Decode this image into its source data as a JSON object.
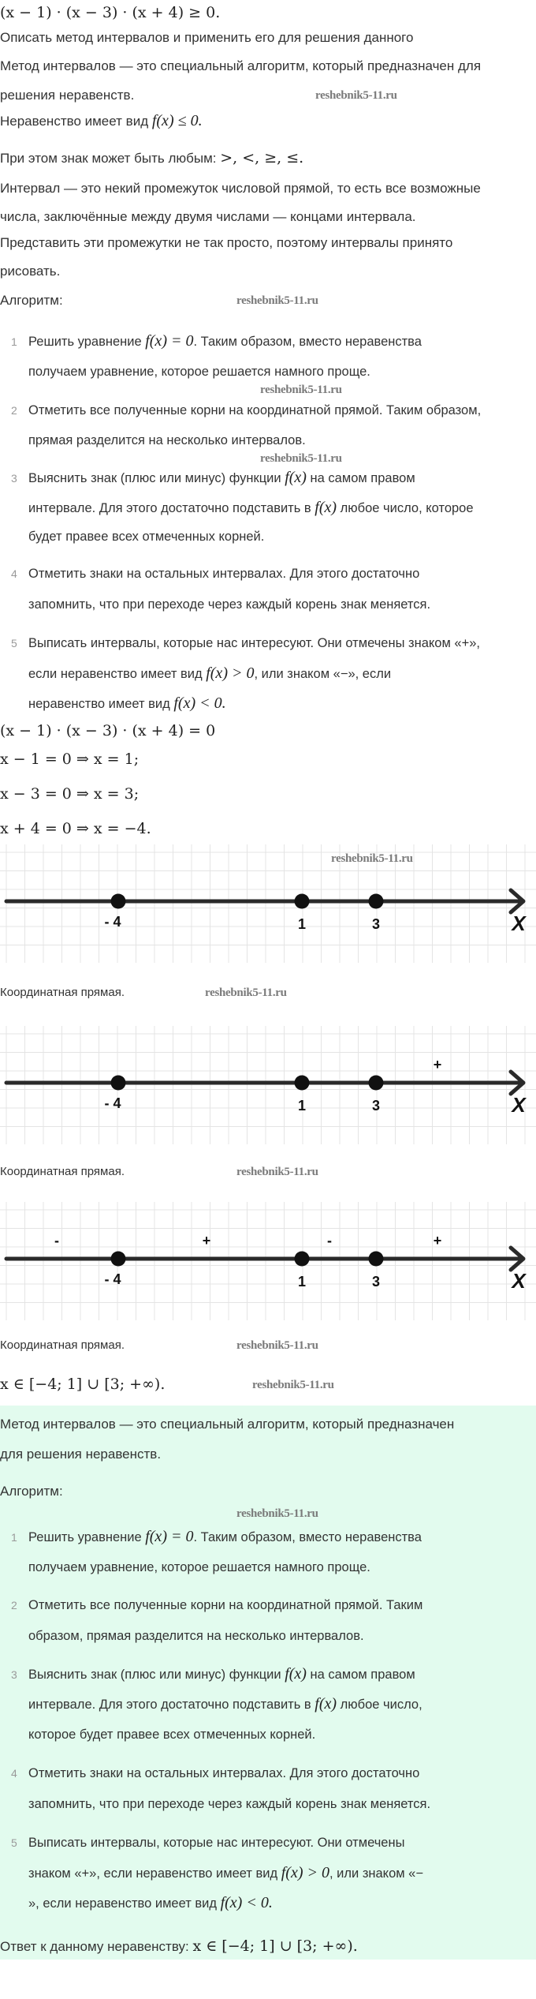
{
  "problem": "(x − 1) · (x − 3) · (x + 4) ≥ 0.",
  "intro": {
    "task": "Описать метод интервалов и применить его для решения данного",
    "def_1": "Метод интервалов — это специальный алгоритм, который предназначен для",
    "def_2": "решения неравенств.",
    "form_text": "Неравенство имеет вид ",
    "form_math": "f(x) ≤ 0.",
    "sign_text": "При этом знак может быть любым: ",
    "sign_math": ">, <, ≥, ≤.",
    "interval_1": "Интервал — это некий промежуток числовой прямой, то есть все возможные",
    "interval_2": "числа, заключённые между двумя числами — концами интервала.",
    "draw_1": "Представить эти промежутки не так просто, поэтому интервалы принято",
    "draw_2": "рисовать.",
    "algorithm": "Алгоритм:"
  },
  "steps": [
    {
      "n": "1",
      "a": "Решить уравнение ",
      "am": "f(x) = 0",
      "b": ". Таким образом, вместо неравенства",
      "c": "получаем уравнение, которое решается намного проще."
    },
    {
      "n": "2",
      "a": "Отметить все полученные корни на координатной прямой. Таким образом,",
      "b": "прямая разделится на несколько интервалов."
    },
    {
      "n": "3",
      "a": "Выяснить знак (плюс или минус) функции ",
      "am": "f(x)",
      "b": " на самом правом",
      "c": "интервале. Для этого достаточно подставить в ",
      "cm": "f(x)",
      "d": " любое число, которое",
      "e": "будет правее всех отмеченных корней."
    },
    {
      "n": "4",
      "a": "Отметить знаки на остальных интервалах. Для этого достаточно",
      "b": "запомнить, что при переходе через каждый корень знак меняется."
    },
    {
      "n": "5",
      "a": "Выписать интервалы, которые нас интересуют. Они отмечены знаком «+»,",
      "b": "если неравенство имеет вид ",
      "bm": "f(x) > 0",
      "c": ", или знаком «−», если",
      "d": "неравенство имеет вид ",
      "dm": "f(x) < 0."
    }
  ],
  "solution": {
    "eq": "(x − 1) · (x − 3) · (x + 4) = 0",
    "r1": "x − 1 = 0 ⇒ x = 1;",
    "r2": "x − 3 = 0 ⇒ x = 3;",
    "r3": "x + 4 = 0 ⇒ x = −4."
  },
  "number_lines": [
    {
      "points": [
        "- 4",
        "1",
        "3"
      ],
      "axis": "X",
      "signs": []
    },
    {
      "points": [
        "- 4",
        "1",
        "3"
      ],
      "axis": "X",
      "signs": [
        "",
        "",
        "",
        "+"
      ]
    },
    {
      "points": [
        "- 4",
        "1",
        "3"
      ],
      "axis": "X",
      "signs": [
        "-",
        "+",
        "-",
        "+"
      ]
    }
  ],
  "caption": "Координатная прямая.",
  "answer_math": "x ∈ [−4; 1] ∪ [3; +∞).",
  "summary": {
    "def_1": "Метод интервалов — это специальный алгоритм, который предназначен",
    "def_2": "для решения неравенств.",
    "algorithm": "Алгоритм:",
    "steps": [
      {
        "n": "1",
        "a": "Решить уравнение ",
        "am": "f(x) = 0",
        "b": ". Таким образом, вместо неравенства",
        "c": "получаем уравнение, которое решается намного проще."
      },
      {
        "n": "2",
        "a": "Отметить все полученные корни на координатной прямой. Таким",
        "b": "образом, прямая разделится на несколько интервалов."
      },
      {
        "n": "3",
        "a": "Выяснить знак (плюс или минус) функции ",
        "am": "f(x)",
        "b": " на самом правом",
        "c": "интервале. Для этого достаточно подставить в ",
        "cm": "f(x)",
        "d": " любое число,",
        "e": "которое будет правее всех отмеченных корней."
      },
      {
        "n": "4",
        "a": "Отметить знаки на остальных интервалах. Для этого достаточно",
        "b": "запомнить, что при переходе через каждый корень знак меняется."
      },
      {
        "n": "5",
        "a": "Выписать интервалы, которые нас интересуют. Они отмечены",
        "b": "знаком «+», если неравенство имеет вид ",
        "bm": "f(x) > 0",
        "c": ", или знаком «−",
        "d": "», если неравенство имеет вид ",
        "dm": "f(x) < 0."
      }
    ],
    "answer_text": "Ответ к данному неравенству: ",
    "answer_math": "x ∈ [−4; 1] ∪ [3; +∞)."
  },
  "watermark": "reshebnik5-11.ru"
}
